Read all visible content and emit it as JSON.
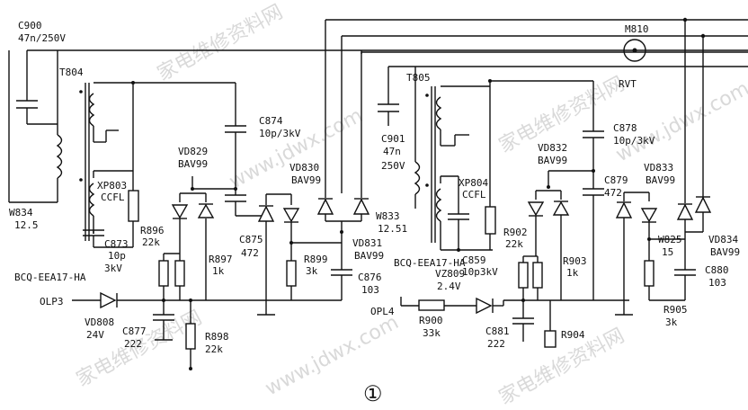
{
  "figure_number": "①",
  "watermark": "家电维修资料网",
  "watermark_url": "www.jdwx.com",
  "components": {
    "c900": {
      "ref": "C900",
      "value": "47n/250V"
    },
    "t804": {
      "ref": "T804"
    },
    "t805": {
      "ref": "T805"
    },
    "w834": {
      "ref": "W834",
      "value": "12.5"
    },
    "w833": {
      "ref": "W833",
      "value": "12.51"
    },
    "c901": {
      "ref": "C901",
      "value": "47n",
      "rating": "250V"
    },
    "c874": {
      "ref": "C874",
      "value": "10p/3kV"
    },
    "c878": {
      "ref": "C878",
      "value": "10p/3kV"
    },
    "xp803": {
      "ref": "XP803",
      "type": "CCFL"
    },
    "xp804": {
      "ref": "XP804",
      "type": "CCFL"
    },
    "c873": {
      "ref": "C873",
      "value": "10p",
      "rating": "3kV"
    },
    "c859": {
      "ref": "C859",
      "value": "10p3kV"
    },
    "vd829": {
      "ref": "VD829",
      "part": "BAV99"
    },
    "vd830": {
      "ref": "VD830",
      "part": "BAV99"
    },
    "vd831": {
      "ref": "VD831",
      "part": "BAV99"
    },
    "vd832": {
      "ref": "VD832",
      "part": "BAV99"
    },
    "vd833": {
      "ref": "VD833",
      "part": "BAV99"
    },
    "vd834": {
      "ref": "VD834",
      "part": "BAV99"
    },
    "r896": {
      "ref": "R896",
      "value": "22k"
    },
    "r897": {
      "ref": "R897",
      "value": "1k"
    },
    "r898": {
      "ref": "R898",
      "value": "22k"
    },
    "r899": {
      "ref": "R899",
      "value": "3k"
    },
    "r900": {
      "ref": "R900",
      "value": "33k"
    },
    "r902": {
      "ref": "R902",
      "value": "22k"
    },
    "r903": {
      "ref": "R903",
      "value": "1k"
    },
    "r904": {
      "ref": "R904"
    },
    "r905": {
      "ref": "R905",
      "value": "3k"
    },
    "c875": {
      "ref": "C875",
      "value": "472"
    },
    "c876": {
      "ref": "C876",
      "value": "103"
    },
    "c877": {
      "ref": "C877",
      "value": "222"
    },
    "c879": {
      "ref": "C879",
      "value": "472"
    },
    "c880": {
      "ref": "C880",
      "value": "103"
    },
    "c881": {
      "ref": "C881",
      "value": "222"
    },
    "vd808": {
      "ref": "VD808",
      "value": "24V"
    },
    "vz809": {
      "ref": "VZ809",
      "value": "2.4V"
    },
    "w825": {
      "ref": "W825",
      "value": "15"
    },
    "m810": {
      "ref": "M810"
    },
    "rvt": {
      "ref": "RVT"
    },
    "bcq_left": {
      "ref": "BCQ-EEA17-HA"
    },
    "bcq_right": {
      "ref": "BCQ-EEA17-HA"
    },
    "olp3": {
      "ref": "OLP3"
    },
    "opl4": {
      "ref": "OPL4"
    }
  }
}
